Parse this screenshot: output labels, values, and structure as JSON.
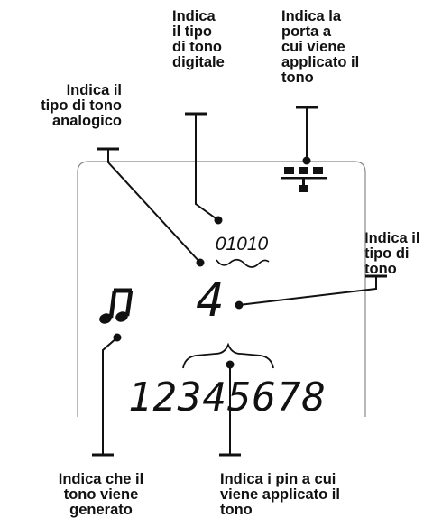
{
  "labels": {
    "digital_tone": [
      "Indica",
      "il tipo",
      "di tono",
      "digitale"
    ],
    "port": [
      "Indica la",
      "porta a",
      "cui viene",
      "applicato il",
      "tono"
    ],
    "analog_tone": [
      "Indica il",
      "tipo di tono",
      "analogico"
    ],
    "tone_type": [
      "Indica il",
      "tipo di",
      "tono"
    ],
    "tone_generated": [
      "Indica che il",
      "tono viene",
      "generato"
    ],
    "pins": [
      "Indica i pin a cui",
      "viene applicato il",
      "tono"
    ]
  },
  "display": {
    "digital_code": "01010",
    "tone_number": "4",
    "pins": "12345678"
  },
  "icons": {
    "port": "network-port-icon",
    "music": "music-notes-icon"
  },
  "colors": {
    "ink": "#111111",
    "panel_border": "#888888"
  }
}
